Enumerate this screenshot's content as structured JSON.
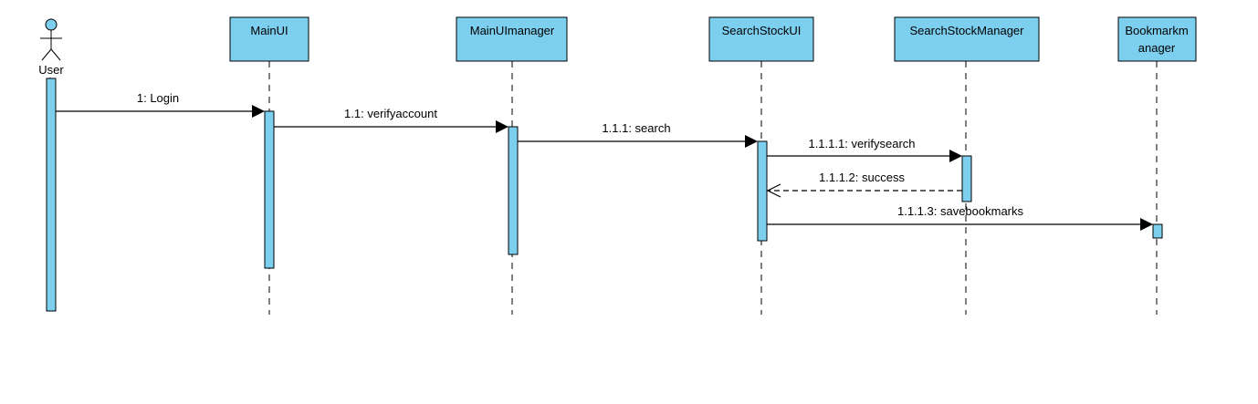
{
  "diagram": {
    "actor": {
      "name": "User"
    },
    "participants": [
      {
        "id": "mainui",
        "name": "MainUI"
      },
      {
        "id": "mainuimanager",
        "name": "MainUImanager"
      },
      {
        "id": "searchstockui",
        "name": "SearchStockUI"
      },
      {
        "id": "searchstockmanager",
        "name": "SearchStockManager"
      },
      {
        "id": "bookmarkmanager",
        "name_line1": "Bookmarkm",
        "name_line2": "anager"
      }
    ],
    "messages": [
      {
        "label": "1: Login",
        "type": "sync"
      },
      {
        "label": "1.1: verifyaccount",
        "type": "sync"
      },
      {
        "label": "1.1.1: search",
        "type": "sync"
      },
      {
        "label": "1.1.1.1: verifysearch",
        "type": "sync"
      },
      {
        "label": "1.1.1.2: success",
        "type": "return"
      },
      {
        "label": "1.1.1.3: savebookmarks",
        "type": "sync"
      }
    ],
    "colors": {
      "fill": "#7dcfef",
      "stroke": "#000000"
    }
  }
}
